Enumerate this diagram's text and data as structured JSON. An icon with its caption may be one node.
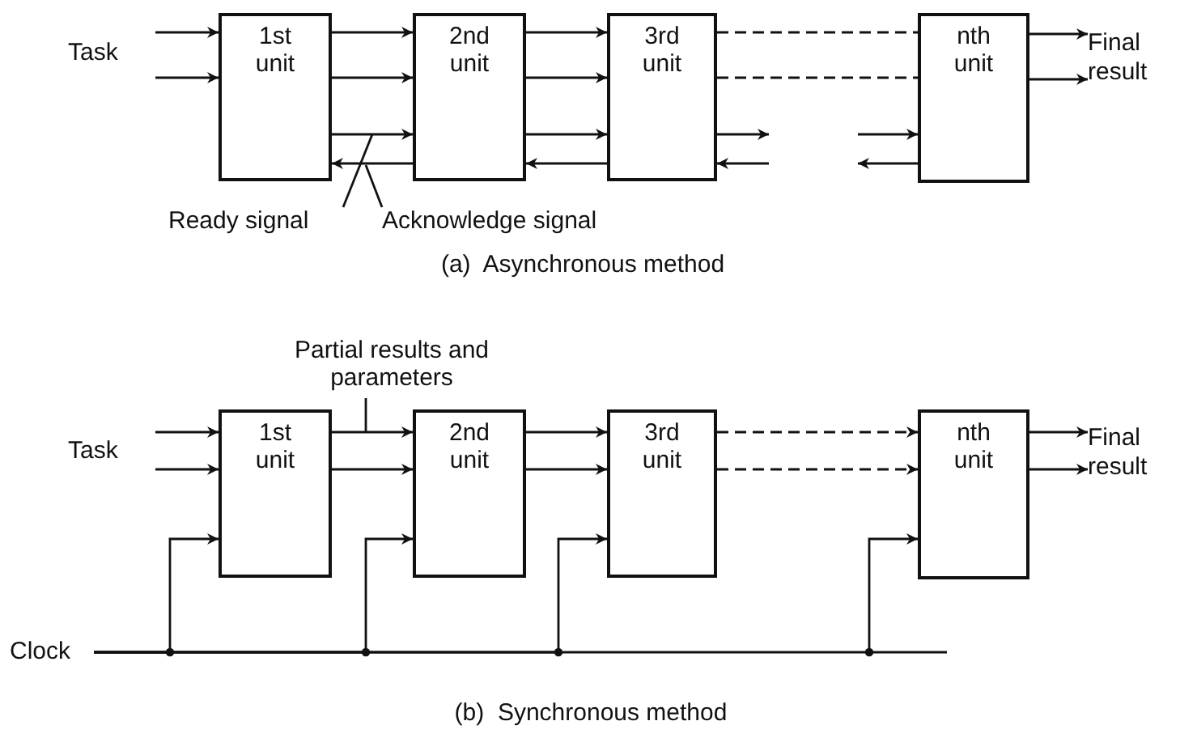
{
  "diagram": {
    "nodes": [
      {
        "text": [
          "Task"
        ]
      },
      {
        "text": [
          "1st unit"
        ]
      },
      {
        "text": [
          "2nd unit"
        ]
      },
      {
        "text": [
          "3rd unit"
        ]
      },
      {
        "text": [
          "nth unit"
        ]
      },
      {
        "text": [
          "Final result"
        ]
      },
      {
        "text": [
          "Ready signal"
        ]
      },
      {
        "text": [
          "Acknowledge signal"
        ]
      },
      {
        "text": [
          "Task"
        ]
      },
      {
        "text": [
          "1st unit"
        ]
      },
      {
        "text": [
          "2nd unit"
        ]
      },
      {
        "text": [
          "3rd unit"
        ]
      },
      {
        "text": [
          "nth unit"
        ]
      },
      {
        "text": [
          "Final result"
        ]
      },
      {
        "text": [
          "Partial results and parameters"
        ]
      },
      {
        "text": [
          "Clock"
        ]
      }
    ],
    "edges": [
      {
        "from": 0,
        "to": 1,
        "arrow": "to"
      },
      {
        "from": 0,
        "to": 1,
        "arrow": "to"
      },
      {
        "from": 1,
        "to": 2,
        "arrow": "to"
      },
      {
        "from": 1,
        "to": 2,
        "arrow": "to"
      },
      {
        "from": 1,
        "to": 2,
        "arrow": "to"
      },
      {
        "from": 2,
        "to": 1,
        "arrow": "to"
      },
      {
        "from": 2,
        "to": 3,
        "arrow": "to"
      },
      {
        "from": 2,
        "to": 3,
        "arrow": "to"
      },
      {
        "from": 2,
        "to": 3,
        "arrow": "to"
      },
      {
        "from": 3,
        "to": 2,
        "arrow": "to"
      },
      {
        "from": 3,
        "to": 4,
        "arrow": "none",
        "style": "dashed"
      },
      {
        "from": 3,
        "to": 4,
        "arrow": "none",
        "style": "dashed"
      },
      {
        "from": 3,
        "to": null,
        "arrow": "to"
      },
      {
        "from": null,
        "to": 3,
        "arrow": "to"
      },
      {
        "from": null,
        "to": 4,
        "arrow": "to"
      },
      {
        "from": 4,
        "to": null,
        "arrow": "to"
      },
      {
        "from": 4,
        "to": 5,
        "arrow": "to"
      },
      {
        "from": 4,
        "to": 5,
        "arrow": "to"
      },
      {
        "from": 6,
        "to": null,
        "arrow": "none"
      },
      {
        "from": 7,
        "to": null,
        "arrow": "none"
      },
      {
        "from": 8,
        "to": 9,
        "arrow": "to"
      },
      {
        "from": 8,
        "to": 9,
        "arrow": "to"
      },
      {
        "from": 9,
        "to": 10,
        "arrow": "to"
      },
      {
        "from": 9,
        "to": 10,
        "arrow": "to"
      },
      {
        "from": 10,
        "to": 11,
        "arrow": "to"
      },
      {
        "from": 10,
        "to": 11,
        "arrow": "to"
      },
      {
        "from": 11,
        "to": 12,
        "arrow": "to",
        "style": "dashed"
      },
      {
        "from": 11,
        "to": 12,
        "arrow": "to",
        "style": "dashed"
      },
      {
        "from": 12,
        "to": 13,
        "arrow": "to"
      },
      {
        "from": 12,
        "to": 13,
        "arrow": "to"
      },
      {
        "from": 14,
        "to": null,
        "arrow": "none"
      },
      {
        "from": 15,
        "to": 9,
        "arrow": "to"
      },
      {
        "from": 15,
        "to": 10,
        "arrow": "to"
      },
      {
        "from": 15,
        "to": 11,
        "arrow": "to"
      },
      {
        "from": 15,
        "to": 12,
        "arrow": "to"
      }
    ],
    "labels": [
      "(a)  Asynchronous method",
      "(b)  Synchronous method"
    ]
  }
}
